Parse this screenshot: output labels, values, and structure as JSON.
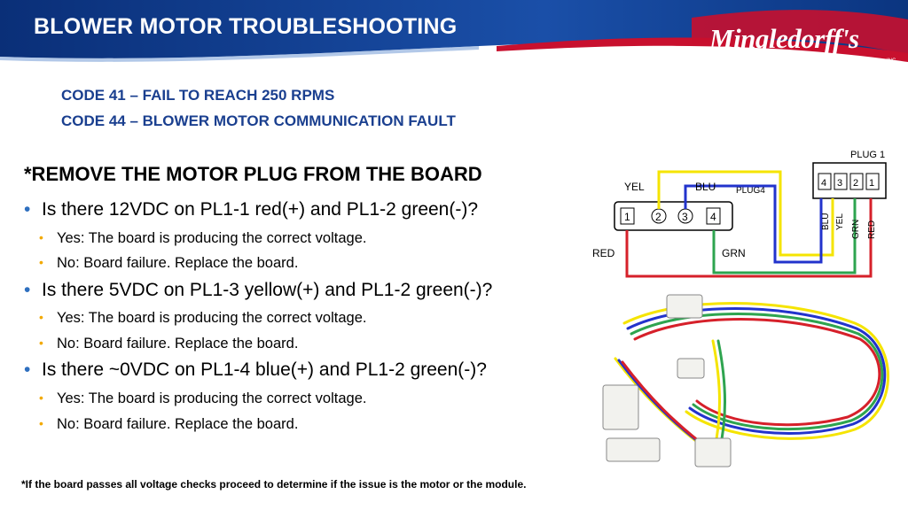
{
  "header": {
    "title": "BLOWER MOTOR TROUBLESHOOTING",
    "logo_text": "Mingledorff's",
    "logo_inc": "INC"
  },
  "codes": [
    "CODE 41 – FAIL TO REACH 250 RPMS",
    "CODE 44 – BLOWER MOTOR COMMUNICATION FAULT"
  ],
  "heading": "*REMOVE THE MOTOR PLUG FROM THE BOARD",
  "checks": [
    {
      "question": "Is there 12VDC on PL1-1 red(+) and PL1-2 green(-)?",
      "yes": "Yes: The board is producing the correct voltage.",
      "no": "No: Board failure. Replace the board."
    },
    {
      "question": "Is there 5VDC on PL1-3 yellow(+) and PL1-2 green(-)?",
      "yes": "Yes: The board is producing the correct voltage.",
      "no": "No: Board failure. Replace the board."
    },
    {
      "question": "Is there ~0VDC on PL1-4 blue(+) and PL1-2 green(-)?",
      "yes": "Yes: The board is producing the correct voltage.",
      "no": "No: Board failure. Replace the board."
    }
  ],
  "footnote": "*If the board passes all voltage checks proceed to determine if the issue is the motor or the module.",
  "diagram": {
    "plug1_label": "PLUG 1",
    "plug4_label": "PLUG4",
    "plug1_pins": [
      "4",
      "3",
      "2",
      "1"
    ],
    "plug4_pins": [
      "1",
      "2",
      "3",
      "4"
    ],
    "wire_labels": {
      "yel": "YEL",
      "blu": "BLU",
      "red": "RED",
      "grn": "GRN"
    },
    "plug1_wire_labels": [
      "BLU",
      "YEL",
      "GRN",
      "RED"
    ]
  },
  "colors": {
    "header_blue": "#0c3a8c",
    "header_red": "#c8102e",
    "code_blue": "#1a3f8f",
    "bullet_blue": "#2e6fbf",
    "sub_bullet_gold": "#f2a900",
    "wire_yellow": "#f5e400",
    "wire_blue": "#2233cc",
    "wire_green": "#2ea44f",
    "wire_red": "#d6202a"
  }
}
